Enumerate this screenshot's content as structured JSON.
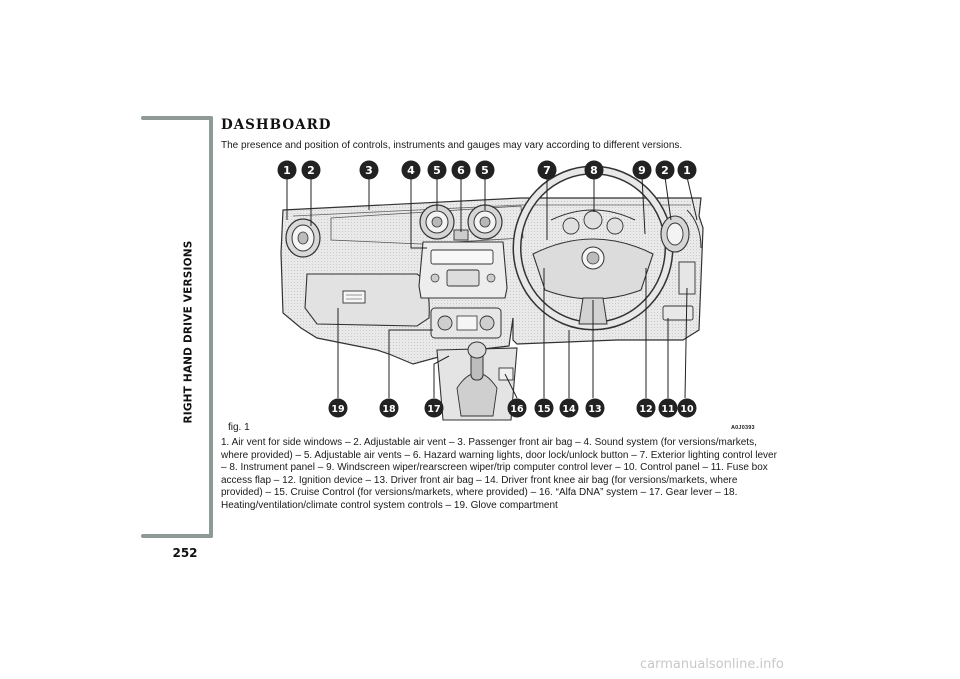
{
  "sidebar": {
    "label": "RIGHT HAND DRIVE VERSIONS"
  },
  "page_number": "252",
  "title": "DASHBOARD",
  "subtitle": "The presence and position of controls, instruments and gauges may vary according to different versions.",
  "figure": {
    "caption": "fig. 1",
    "code": "A0J0393",
    "top_callouts": [
      "1",
      "2",
      "3",
      "4",
      "5",
      "6",
      "5",
      "7",
      "8",
      "9",
      "2",
      "1"
    ],
    "bottom_callouts": [
      "19",
      "18",
      "17",
      "16",
      "15",
      "14",
      "13",
      "12",
      "11",
      "10"
    ]
  },
  "legend": [
    "1. Air vent for side windows",
    "2. Adjustable air vent",
    "3. Passenger front air bag",
    "4. Sound system (for versions/markets, where provided)",
    "5. Adjustable air vents",
    "6. Hazard warning lights, door lock/unlock button",
    "7. Exterior lighting control lever",
    "8. Instrument panel",
    "9. Windscreen wiper/rearscreen wiper/trip computer control lever",
    "10. Control panel",
    "11. Fuse box access flap",
    "12. Ignition device",
    "13. Driver front air bag",
    "14. Driver front knee air bag (for versions/markets, where provided)",
    "15. Cruise Control (for versions/markets, where provided)",
    "16. “Alfa DNA” system",
    "17. Gear lever",
    "18. Heating/ventilation/climate control system controls",
    "19. Glove compartment"
  ],
  "legend_separator": " – ",
  "watermark": "carmanualsonline.info"
}
